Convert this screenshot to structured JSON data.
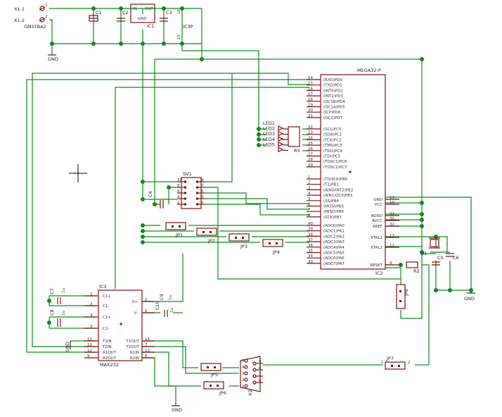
{
  "components": {
    "x1": {
      "pin1": "X1-1",
      "pin2": "X1-2",
      "model": "GMSTBA2",
      "n1": "1",
      "n2": "2"
    },
    "c1": "C1",
    "c2": "C2",
    "c3": "C3",
    "ic1": {
      "name": "IC1",
      "in": "IN",
      "out": "OUT",
      "gnd": "GND"
    },
    "ic3p": "IC3P",
    "gnd": "GND",
    "mega": {
      "name": "MEGA32-P",
      "ref": "IC2",
      "left_pins": [
        {
          "n": "14",
          "l": "(RXD)PD0"
        },
        {
          "n": "15",
          "l": "(TXD)PD1"
        },
        {
          "n": "16",
          "l": "(INT0)PD2"
        },
        {
          "n": "17",
          "l": "(INT1)PD3"
        },
        {
          "n": "18",
          "l": "(OC1B)PD4"
        },
        {
          "n": "19",
          "l": "(OC1A)PD5"
        },
        {
          "n": "20",
          "l": "(ICP)PD6"
        },
        {
          "n": "21",
          "l": "(OC2)PD7"
        },
        {
          "n": "22",
          "l": "(SCL)PC0"
        },
        {
          "n": "23",
          "l": "(SDA)PC1"
        },
        {
          "n": "24",
          "l": "(TCK)PC2"
        },
        {
          "n": "25",
          "l": "(TMS)PC3"
        },
        {
          "n": "26",
          "l": "(TDO)PC4"
        },
        {
          "n": "27",
          "l": "(TDI)PC5"
        },
        {
          "n": "28",
          "l": "(TOSC1)PC6"
        },
        {
          "n": "29",
          "l": "(TOSC2)PC7"
        },
        {
          "n": "1",
          "l": "(T0/XCK)PB0"
        },
        {
          "n": "2",
          "l": "(T1)PB1"
        },
        {
          "n": "3",
          "l": "(AIN0/INT2)PB2"
        },
        {
          "n": "4",
          "l": "(AIN1/OC0)PB3"
        },
        {
          "n": "5",
          "l": "(SS)PB4"
        },
        {
          "n": "6",
          "l": "(MOSI)PB5"
        },
        {
          "n": "7",
          "l": "(MISO)PB6"
        },
        {
          "n": "8",
          "l": "(SCK)PB7"
        },
        {
          "n": "40",
          "l": "(ADC0)PA0"
        },
        {
          "n": "39",
          "l": "(ADC1)PA1"
        },
        {
          "n": "38",
          "l": "(ADC2)PA2"
        },
        {
          "n": "37",
          "l": "(ADC3)PA3"
        },
        {
          "n": "36",
          "l": "(ADC4)PA4"
        },
        {
          "n": "35",
          "l": "(ADC5)PA5"
        },
        {
          "n": "34",
          "l": "(ADC6)PA6"
        },
        {
          "n": "33",
          "l": "(ADC7)PA7"
        }
      ],
      "right_pins": [
        {
          "n": "11",
          "l": "GND"
        },
        {
          "n": "10",
          "l": "VCC"
        },
        {
          "n": "31",
          "l": "AGND"
        },
        {
          "n": "30",
          "l": "AVCC"
        },
        {
          "n": "32",
          "l": "AREF"
        },
        {
          "n": "13",
          "l": "XTAL1"
        },
        {
          "n": "12",
          "l": "XTAL2"
        },
        {
          "n": "9",
          "l": "RESET"
        }
      ]
    },
    "leds": [
      "LED1",
      "LED2",
      "LED3",
      "LED4",
      "LED5"
    ],
    "r5": "R5",
    "r2": "R2",
    "sv1": {
      "name": "SV1",
      "left": [
        "10",
        "8",
        "6",
        "4",
        "2"
      ],
      "right": [
        "9",
        "7",
        "5",
        "3",
        "1"
      ]
    },
    "c4": "C4",
    "c5": "C5",
    "c6": "C6",
    "c7": "C7",
    "c8": "C8",
    "c9": "C9",
    "c10": "C10",
    "q1": "Q1",
    "jumpers": {
      "jp1": "JP1",
      "jp2": "JP2",
      "jp3": "JP3",
      "jp4": "JP4",
      "jp5": "JP5",
      "jp6": "JP6",
      "jp7": "JP7",
      "jp8": "JP8"
    },
    "max232": {
      "name": "MAX232",
      "ref": "IC3",
      "pins_l": [
        {
          "n": "1",
          "l": "C1+"
        },
        {
          "n": "3",
          "l": "C1-"
        },
        {
          "n": "4",
          "l": "C2+"
        },
        {
          "n": "5",
          "l": "C2-"
        }
      ],
      "pins_r": [
        {
          "n": "2",
          "l": "V+"
        },
        {
          "n": "6",
          "l": "V-"
        }
      ],
      "io_l": [
        {
          "n": "11",
          "l": "T1IN"
        },
        {
          "n": "10",
          "l": "T2IN"
        },
        {
          "n": "12",
          "l": "R1OUT"
        },
        {
          "n": "9",
          "l": "R2OUT"
        }
      ],
      "io_r": [
        {
          "n": "14",
          "l": "T1OUT"
        },
        {
          "n": "7",
          "l": "T2OUT"
        },
        {
          "n": "13",
          "l": "R1IN"
        },
        {
          "n": "8",
          "l": "R2IN"
        }
      ]
    },
    "x2": {
      "name": "X2",
      "pins_l": [
        "5",
        "4",
        "3",
        "2",
        "1"
      ],
      "pins_r": [
        "9",
        "8",
        "7",
        "6"
      ]
    },
    "jp_pins": {
      "one": "1",
      "two": "2"
    },
    "cap_val": "1u"
  },
  "colors": {
    "wire": "#0f8a1a",
    "part": "#7a1010",
    "text": "#222222"
  }
}
